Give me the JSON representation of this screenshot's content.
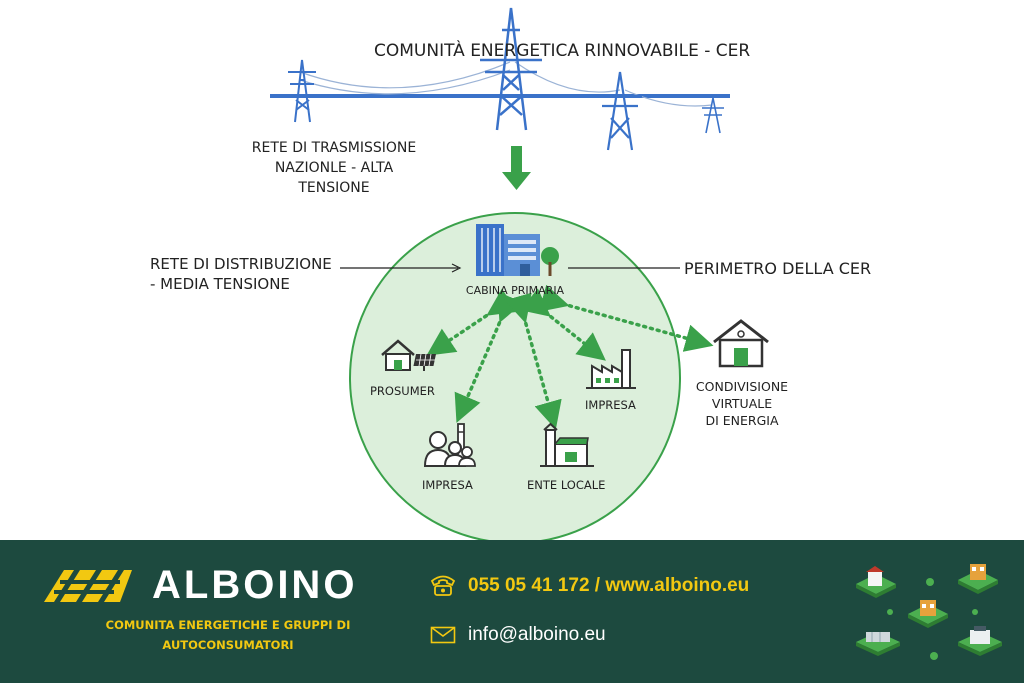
{
  "title": "COMUNITÀ ENERGETICA RINNOVABILE - CER",
  "labels": {
    "transmission_line1": "RETE DI TRASMISSIONE",
    "transmission_line2": "NAZIONLE - ALTA TENSIONE",
    "distribution_line1": "RETE DI DISTRIBUZIONE",
    "distribution_line2": "- MEDIA TENSIONE",
    "perimeter": "PERIMETRO DELLA CER",
    "substation": "CABINA PRIMARIA",
    "prosumer": "PROSUMER",
    "impresa_left": "IMPRESA",
    "ente_locale": "ENTE LOCALE",
    "impresa_right": "IMPRESA",
    "virtual_line1": "CONDIVISIONE",
    "virtual_line2": "VIRTUALE",
    "virtual_line3": "DI ENERGIA"
  },
  "footer": {
    "brand": "ALBOINO",
    "tagline_line1": "COMUNITA ENERGETICHE E GRUPPI DI",
    "tagline_line2": "AUTOCONSUMATORI",
    "phone": "055 05 41 172",
    "separator": "/",
    "website": "www.alboino.eu",
    "email": "info@alboino.eu"
  },
  "icons": [
    "transmission-tower-icon",
    "down-arrow-icon",
    "substation-building-icon",
    "house-solar-icon",
    "people-factory-icon",
    "municipal-building-icon",
    "factory-icon",
    "house-icon",
    "phone-icon",
    "mail-icon",
    "isometric-city-icon"
  ],
  "colors": {
    "circle_fill": "#dcefdb",
    "circle_stroke": "#3aa14a",
    "accent_green": "#3aa14a",
    "grid_blue": "#3a72c9",
    "footer_bg": "#1d4a3f",
    "footer_yellow": "#f2c811"
  }
}
